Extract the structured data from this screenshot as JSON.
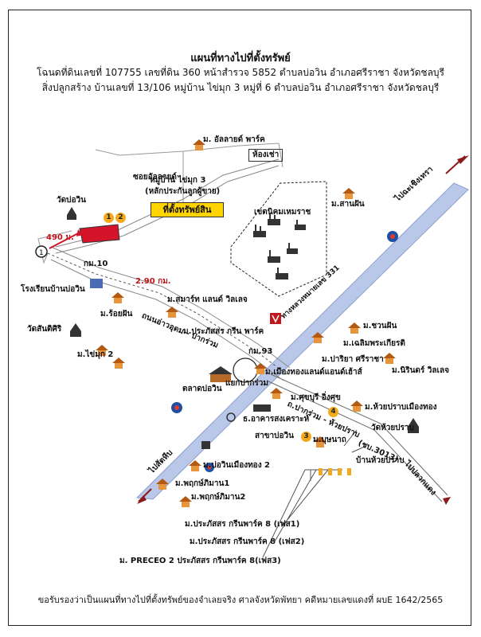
{
  "header": {
    "title": "แผนที่ทางไปที่ตั้งทรัพย์",
    "line2": "โฉนดที่ดินเลขที่ 107755  เลขที่ดิน 360  หน้าสำรวจ 5852  ตำบลบ่อวิน  อำเภอศรีราชา  จังหวัดชลบุรี",
    "line3": "สิ่งปลูกสร้าง  บ้านเลขที่ 13/106  หมู่บ้าน ไข่มุก 3  หมู่ที่ 6  ตำบลบ่อวิน  อำเภอศรีราชา  จังหวัดชลบุรี"
  },
  "labels": {
    "allied_park": "ม. อัลลายด์ พาร์ค",
    "hong_chao": "ห้องเช่า",
    "soi_allied": "ซอยอัลลายด์",
    "khaimuk3": "หมู่บ้าน ไข่มุก 3",
    "guarantee": "(หลักประกันลูกผู้ขาย)",
    "target": "ที่ตั้งทรัพย์สิน",
    "wat_bowin": "วัดบ่อวิน",
    "dist_490": "490 ม.",
    "km10": "กม.10",
    "dist_290": "2.90 กม.",
    "school": "โรงเรียนบ้านบ่อวิน",
    "roiphan": "ม.ร้อยฝัน",
    "road_ato": "ถนนอ่าวอุดม - ปากร่วม",
    "wat_santi": "วัดสันติศิริ",
    "khaimuk2": "ม.ไข่มุก 2",
    "smart_land": "ม.สมาร์ท แลนด์ วิลเลจ",
    "pss_green": "ม.ประภัสสร กรีน พาร์ค",
    "estate": "เขตนิคมเหมราช",
    "san_fan": "ม.สานฝัน",
    "to_chachoengsao": "ไปฉะเชิงเทรา",
    "highway331": "ทางหลวงหมายเลข 331",
    "chuan_fan": "ม.ชวนฝัน",
    "chalerm": "ม.เฉลิมพระเกียรติ",
    "pariya": "ม.ปาริยา ศรีราชา",
    "nirin": "ม.นิรินดร์ วิลเลจ",
    "km93": "กม.93",
    "muang_thong": "ม.เมืองทองแลนด์แอนด์เฮ้าส์",
    "market": "ตลาดบ่อวิน",
    "junction": "แยกปากร่วม",
    "suksabai": "ม.ศุขบุรี อิ่งศุข",
    "road_pakruam": "ถ.ปากร่วม - ห้วยปราบ",
    "huaiprab_mt": "ม.ห้วยปราบเมืองทอง",
    "bank": "ธ.อาคารสงเคราะห์",
    "branch": "สาขาบ่อวิน",
    "bunnaka": "ม.บุษนาถ",
    "wat_huaiprab": "วัดห้วยปราบ",
    "ch30": "(ชบ.3013)",
    "ban_huaiprab": "บ้านห้วยปราบ",
    "to_sattahip": "ไปสัตหีบ",
    "to_pluakdaeng": "ไปปลวกแดง",
    "bowin_mt2": "ม.บ่อวินเมืองทอง 2",
    "pruksa1": "ม.พฤกษ์ภิมาน1",
    "pruksa2": "ม.พฤกษ์ภิมาน2",
    "pss8_1": "ม.ประภัสสร กรีนพาร์ค 8 (เฟส1)",
    "pss8_2": "ม.ประภัสสร กรีนพาร์ค 8 (เฟส2)",
    "preceo": "ม. PRECEO 2 ประภัสสร กรีนพาร์ค 8(เฟส3)",
    "n1": "1",
    "n2": "2",
    "n3": "3",
    "n4": "4"
  },
  "footer": "ขอรับรองว่าเป็นแผนที่ทางไปที่ตั้งทรัพย์ของจำเลยจริง  ศาลจังหวัดพัทยา  คดีหมายเลขแดงที่ ผบE 1642/2565",
  "colors": {
    "highway": "#b9c7e8",
    "target_fill": "#d3142a",
    "highlight": "#ffd400",
    "arrow": "#8b1a1a"
  }
}
